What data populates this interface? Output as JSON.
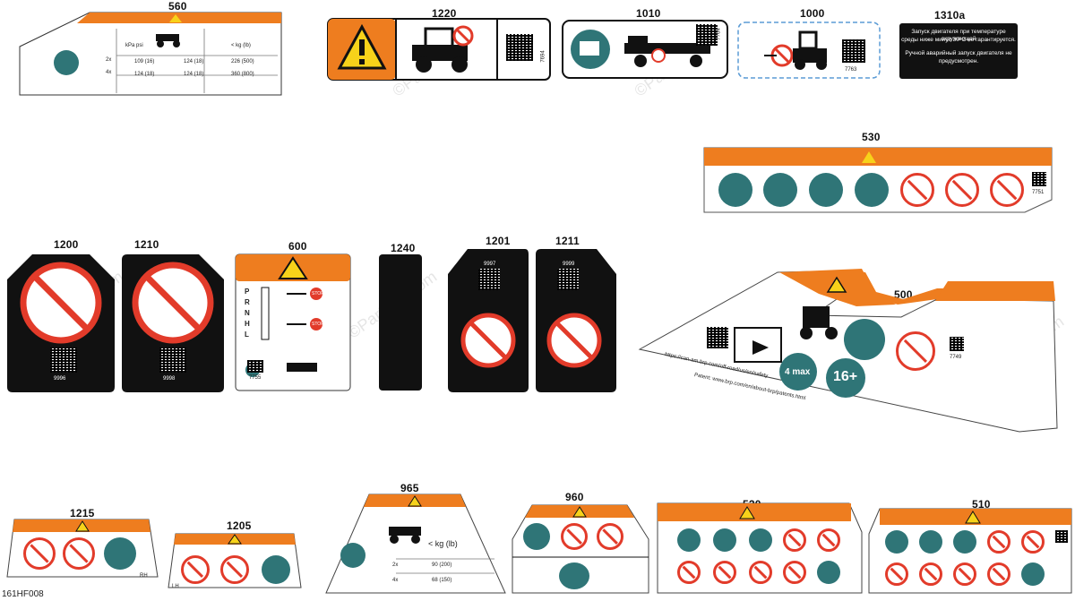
{
  "diagram_id": "161HF008",
  "callouts": {
    "c560": "560",
    "c1220": "1220",
    "c1010": "1010",
    "c1000": "1000",
    "c1310a": "1310a",
    "c530": "530",
    "c1200": "1200",
    "c1210": "1210",
    "c600": "600",
    "c1240": "1240",
    "c1201": "1201",
    "c1211": "1211",
    "c500": "500",
    "c1215": "1215",
    "c1205": "1205",
    "c965": "965",
    "c960": "960",
    "c520": "520",
    "c510": "510"
  },
  "label_codes": {
    "l1220": "7694",
    "l1010": "7764",
    "l1000": "7763",
    "l530": "7751",
    "l600": "7755",
    "l1200": "9996",
    "l1210": "9998",
    "l1201": "9997",
    "l1211": "9999",
    "l500": "7749"
  },
  "label560": {
    "unit_top": "kPa psi",
    "row2": "2x",
    "row4": "4x",
    "r2c1": "109 (16)",
    "r2c2": "124 (18)",
    "r2c3": "226 (500)",
    "r4c1": "124 (18)",
    "r4c2": "124 (18)",
    "r4c3": "360 (800)",
    "kg": "< kg (lb)"
  },
  "label1310a": {
    "line1": "Запуск двигателя при температуре окружающей",
    "line2": "среды ниже минус 30°С не гарантируется.",
    "line3": "Ручной аварийный запуск двигателя не",
    "line4": "предусмотрен."
  },
  "label600": {
    "gears": [
      "P",
      "R",
      "N",
      "H",
      "L"
    ],
    "stop": "STOP",
    "park": "P"
  },
  "label500": {
    "url1": "https://can-am.brp.com/off-road/us/en/safety",
    "url2": "Patent: www.brp.com/en/about-brp/patents.html",
    "max": "4 max",
    "age": "16+"
  },
  "label965": {
    "kg": "< kg (lb)",
    "row2": "2x",
    "row4": "4x",
    "v2": "90 (200)",
    "v4": "68 (150)"
  },
  "label1215": {
    "side": "RH"
  },
  "label1205": {
    "side": "LH"
  },
  "watermark": "©Partzilla.com"
}
